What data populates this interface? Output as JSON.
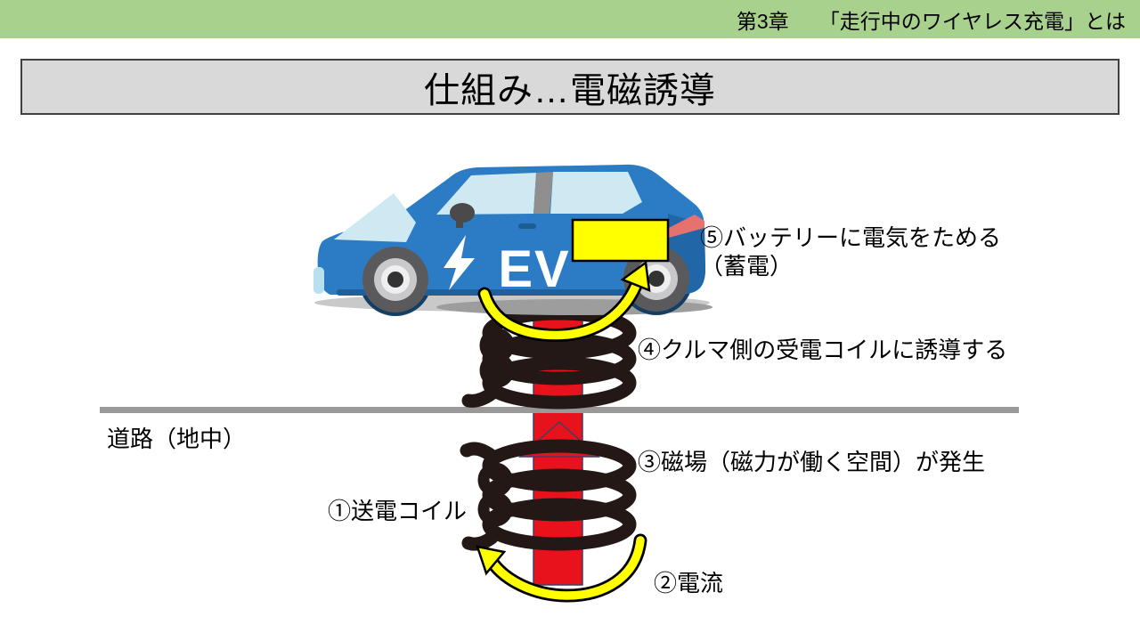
{
  "header": {
    "chapter": "第3章",
    "title": "「走行中のワイヤレス充電」とは"
  },
  "title_bar": {
    "text": "仕組み…電磁誘導"
  },
  "diagram": {
    "car": {
      "badge": "EV"
    },
    "road_label": "道路（地中）",
    "steps": {
      "step1": "①送電コイル",
      "step2": "②電流",
      "step3": "③磁場（磁力が働く空間）が発生",
      "step4": "④クルマ側の受電コイルに誘導する",
      "step5a": "⑤バッテリーに電気をためる",
      "step5b": "（蓄電）"
    },
    "colors": {
      "banner_green": "#a9d18e",
      "panel_gray": "#d9d9d9",
      "road_gray": "#999999",
      "arrow_red": "#e8121c",
      "coil_black": "#231815",
      "highlight_yellow": "#ffff00",
      "car_blue": "#2b7cc4"
    }
  }
}
